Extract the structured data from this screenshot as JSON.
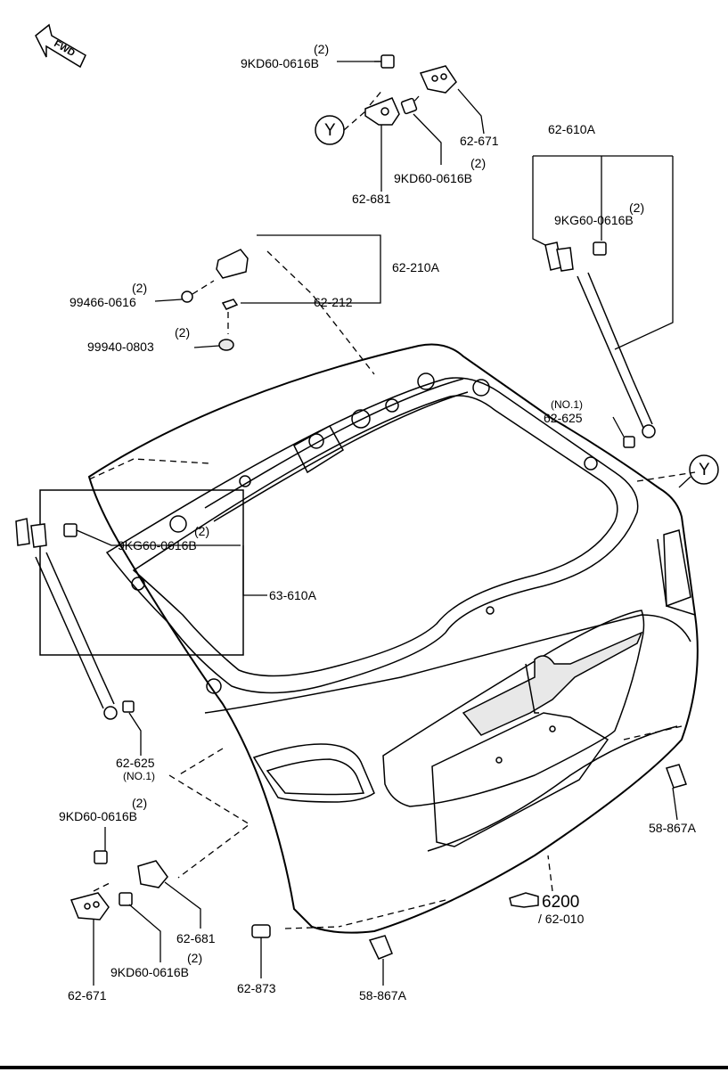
{
  "orientation": {
    "label": "FWD"
  },
  "callout": {
    "label": "Y"
  },
  "main_part": {
    "number": "6200",
    "sub": "/ 62-010"
  },
  "labels": {
    "qty2": "(2)",
    "no1": "(NO.1)",
    "bolt_9kd": "9KD60-0616B",
    "bolt_9kg": "9KG60-0616B",
    "p_62_671": "62-671",
    "p_62_681": "62-681",
    "p_62_610a": "62-610A",
    "p_63_610a": "63-610A",
    "p_62_210a": "62-210A",
    "p_62_212": "62-212",
    "p_99466": "99466-0616",
    "p_99940": "99940-0803",
    "p_62_625": "62-625",
    "p_58_867a": "58-867A",
    "p_62_873": "62-873"
  }
}
